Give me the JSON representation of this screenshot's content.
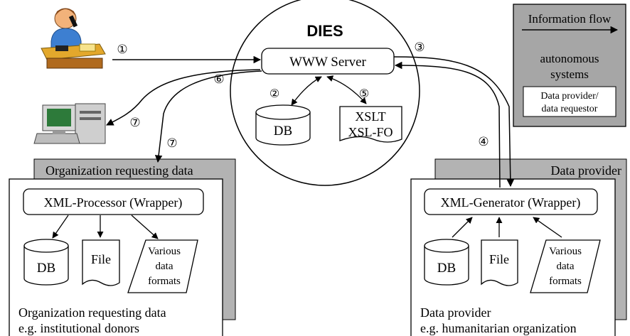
{
  "dies": {
    "title": "DIES",
    "server": "WWW Server",
    "db": "DB",
    "xslt_line1": "XSLT",
    "xslt_line2": "XSL-FO"
  },
  "steps": [
    "①",
    "②",
    "③",
    "④",
    "⑤",
    "⑥",
    "⑦",
    "⑦"
  ],
  "legend": {
    "flow": "Information flow",
    "autonomous_line1": "autonomous",
    "autonomous_line2": "systems",
    "provider_line1": "Data provider/",
    "provider_line2": "data requestor"
  },
  "requester": {
    "tab": "Organization requesting data",
    "processor": "XML-Processor (Wrapper)",
    "db": "DB",
    "file": "File",
    "formats": [
      "Various",
      "data",
      "formats"
    ],
    "caption_line1": "Organization requesting data",
    "caption_line2": "e.g. institutional donors"
  },
  "provider": {
    "tab": "Data provider",
    "generator": "XML-Generator (Wrapper)",
    "db": "DB",
    "file": "File",
    "formats": [
      "Various",
      "data",
      "formats"
    ],
    "caption_line1": "Data provider",
    "caption_line2": "e.g. humanitarian organization"
  },
  "icons": {
    "person": "person-at-desk-icon",
    "computer": "desktop-computer-icon"
  },
  "colors": {
    "gray_box": "#b3b3b3",
    "legend_box": "#a6a6a6",
    "line": "#000000"
  }
}
